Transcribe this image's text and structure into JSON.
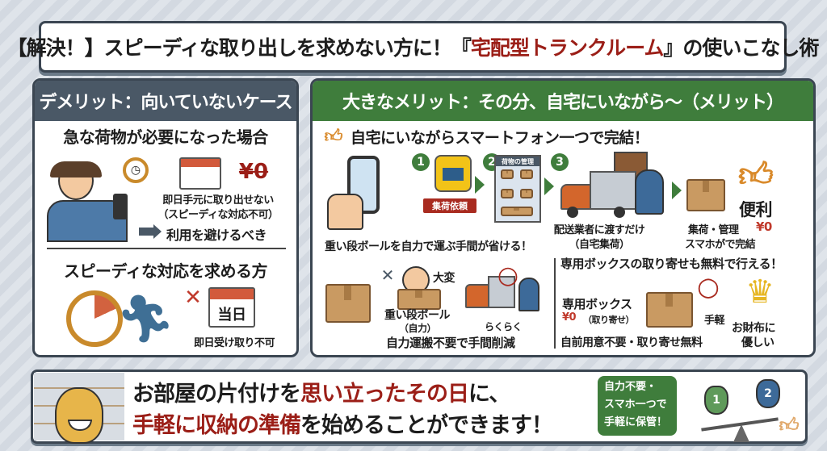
{
  "title": {
    "parts": [
      {
        "text": "【解決！】スピーディな取り出しを求めない方に！『",
        "red": false
      },
      {
        "text": "宅配型トランクルーム",
        "red": true
      },
      {
        "text": "』の使いこなし術",
        "red": false
      }
    ]
  },
  "left": {
    "header": "デメリット：向いていないケース",
    "case1": {
      "heading": "急な荷物が必要になった場合",
      "line1": "即日手元に取り出せない",
      "line2": "（スピーディな対応不可）",
      "conclusion": "利用を避けるべき",
      "yen_crossed": "¥0"
    },
    "case2": {
      "heading": "スピーディな対応を求める方",
      "calendar_label": "当日",
      "caption": "即日受け取り不可",
      "cross": "✕"
    }
  },
  "right": {
    "header": "大きなメリット：その分、自宅にいながら～（メリット）",
    "subheading": "自宅にいながらスマートフォン一つで完結！",
    "steps": [
      "1",
      "2",
      "3"
    ],
    "request_button": "集荷依頼",
    "app_screen_title": "荷物の管理",
    "handover": "配送業者に渡すだけ",
    "handover_sub": "（自宅集荷）",
    "convenient": "便利",
    "cost_label": "集荷・管理",
    "cost_value": "¥0",
    "smartphone_done": "スマホがで完結",
    "benefit1": "重い段ボールを自力で運ぶ手間が省ける！",
    "hard": "大変",
    "heavy_box": "重い段ボール",
    "self": "（自力）",
    "easy": "らくらく",
    "cross": "✕",
    "circle": "○",
    "benefit1_summary": "自力運搬不要で手間削減",
    "benefit2": "専用ボックスの取り寄せも無料で行える！",
    "box_label": "専用ボックス",
    "box_price": "¥0",
    "box_price_note": "（取り寄せ）",
    "handy": "手軽",
    "wallet1": "お財布に",
    "wallet2": "優しい",
    "benefit2_summary": "自前用意不要・取り寄せ無料"
  },
  "bottom": {
    "line1": [
      {
        "text": "お部屋の片付けを",
        "red": false
      },
      {
        "text": "思い立ったその日",
        "red": true
      },
      {
        "text": "に、",
        "red": false
      }
    ],
    "line2": [
      {
        "text": "手軽に収納の準備",
        "red": true
      },
      {
        "text": "を始めることができます！",
        "red": false
      }
    ],
    "badge": [
      "自力不要・",
      "スマホ一つで",
      "手軽に保管！"
    ],
    "scale_bags": [
      "1",
      "2"
    ]
  },
  "colors": {
    "accent_green": "#3f7d3c",
    "header_slate": "#4a5866",
    "emphasis_red": "#9b1e17",
    "yen_red": "#c0392b"
  }
}
